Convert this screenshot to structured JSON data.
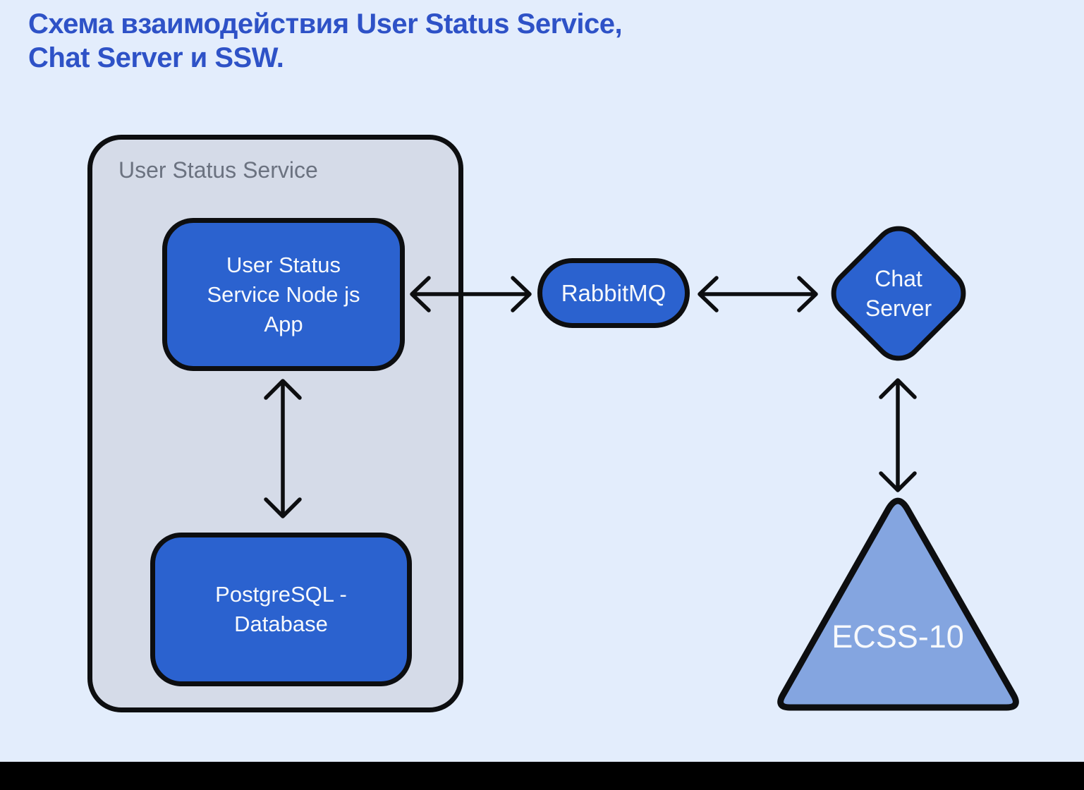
{
  "title": {
    "text": "Схема взаимодействия User Status Service,\nChat Server и SSW."
  },
  "colors": {
    "background": "#e3edfc",
    "container_fill": "#d5dbe8",
    "container_label": "#6b7280",
    "node_fill": "#2b62cf",
    "triangle_fill": "#84a5e0",
    "node_text": "#f7f9fc",
    "outline": "#0d0e10",
    "title_text": "#2e52c7",
    "bottom_bar": "#000000"
  },
  "diagram": {
    "container": {
      "label": "User Status Service"
    },
    "nodes": [
      {
        "id": "user-status-node-app",
        "label": "User Status\nService Node js\nApp",
        "shape": "rounded-rectangle",
        "fill": "#2b62cf"
      },
      {
        "id": "postgresql-database",
        "label": "PostgreSQL -\nDatabase",
        "shape": "rounded-rectangle",
        "fill": "#2b62cf"
      },
      {
        "id": "rabbitmq",
        "label": "RabbitMQ",
        "shape": "pill",
        "fill": "#2b62cf"
      },
      {
        "id": "chat-server",
        "label": "Chat\nServer",
        "shape": "diamond",
        "fill": "#2b62cf"
      },
      {
        "id": "ecss-10",
        "label": "ECSS-10",
        "shape": "triangle",
        "fill": "#84a5e0"
      }
    ],
    "edges": [
      {
        "from": "user-status-node-app",
        "to": "postgresql-database",
        "style": "double-headed-arrow"
      },
      {
        "from": "user-status-node-app",
        "to": "rabbitmq",
        "style": "double-headed-arrow"
      },
      {
        "from": "rabbitmq",
        "to": "chat-server",
        "style": "double-headed-arrow"
      },
      {
        "from": "chat-server",
        "to": "ecss-10",
        "style": "double-headed-arrow"
      }
    ]
  }
}
